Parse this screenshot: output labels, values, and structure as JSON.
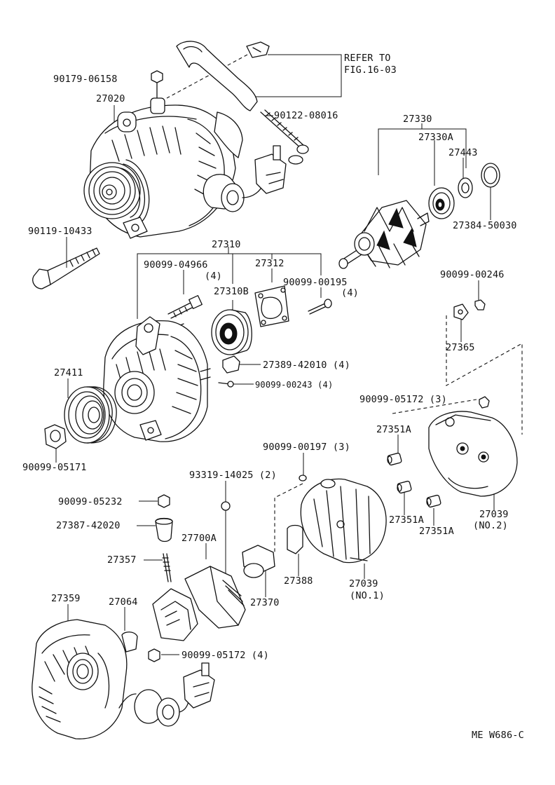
{
  "reference": {
    "line1": "REFER TO",
    "line2": "FIG.16-03"
  },
  "footer_code": "ME  W686-C",
  "parts": {
    "p90179_06158": "90179-06158",
    "p27020": "27020",
    "p90122_08016": "90122-08016",
    "p27330": "27330",
    "p27330A": "27330A",
    "p27443": "27443",
    "p27384_50030": "27384-50030",
    "p90119_10433": "90119-10433",
    "p27310": "27310",
    "p90099_04966": "90099-04966",
    "p90099_04966_qty": "(4)",
    "p27312": "27312",
    "p27310B": "27310B",
    "p90099_00195": "90099-00195",
    "p90099_00195_qty": "(4)",
    "p90099_00246": "90099-00246",
    "p27365": "27365",
    "p27411": "27411",
    "p27389_42010": "27389-42010 (4)",
    "p90099_00243": "90099-00243 (4)",
    "p90099_05172_3": "90099-05172 (3)",
    "p90099_05171": "90099-05171",
    "p27351A_a": "27351A",
    "p90099_00197": "90099-00197 (3)",
    "p93319_14025": "93319-14025 (2)",
    "p90099_05232": "90099-05232",
    "p27387_42020": "27387-42020",
    "p27700A": "27700A",
    "p27351A_b": "27351A",
    "p27351A_c": "27351A",
    "p27039_no2": "27039",
    "p27039_no2_sub": "(NO.2)",
    "p27357": "27357",
    "p27388": "27388",
    "p27039_no1": "27039",
    "p27039_no1_sub": "(NO.1)",
    "p27359": "27359",
    "p27064": "27064",
    "p27370": "27370",
    "p90099_05172_4": "90099-05172 (4)"
  }
}
